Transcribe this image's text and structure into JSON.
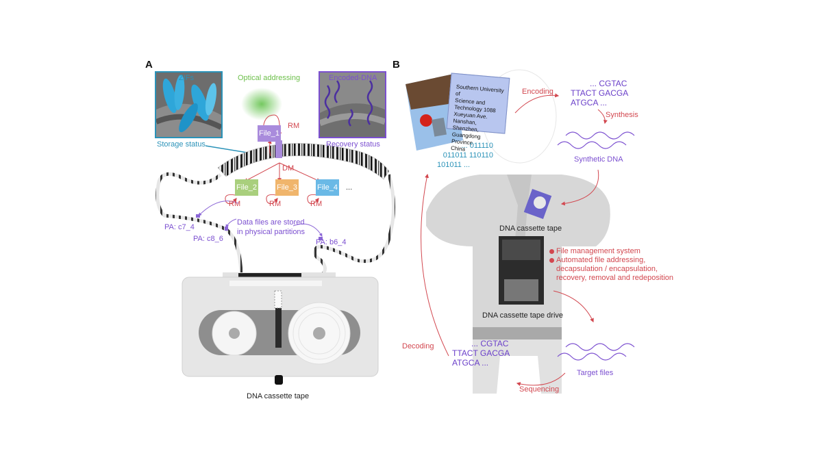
{
  "panel_a": {
    "letter": "A",
    "zifs_label": "ZIFs",
    "storage_status_label": "Storage status",
    "optical_addressing_label": "Optical addressing",
    "encoded_dna_label": "Encoded-DNA",
    "recovery_status_label": "Recovery status",
    "files": [
      {
        "label": "File_1",
        "color": "#a98bdc"
      },
      {
        "label": "File_2",
        "color": "#a9cf7d"
      },
      {
        "label": "File_3",
        "color": "#f0b56c"
      },
      {
        "label": "File_4",
        "color": "#6ab9e6"
      }
    ],
    "ellipsis": "...",
    "rm_label": "RM",
    "dm_label": "DM",
    "partition_note_line1": "Data files are stored",
    "partition_note_line2": "in physical partitions",
    "partition_addresses": [
      "PA: c7_4",
      "PA: c8_6",
      "PA: b6_4"
    ],
    "cassette_label": "DNA cassette tape"
  },
  "panel_b": {
    "letter": "B",
    "address_note": [
      "Southern University of",
      "Science and",
      "Technology 1088",
      "Xueyuan Ave.",
      "Nanshan, Shenzhen,",
      "Guangdong Province,",
      "China"
    ],
    "binary_lines": [
      "... 011110",
      "011011 110110",
      "101011 ..."
    ],
    "encoding_label": "Encoding",
    "sequence_top": [
      "... CGTAC",
      "TTACT GACGA",
      "ATGCA ..."
    ],
    "synthesis_label": "Synthesis",
    "synthetic_dna_label": "Synthetic DNA",
    "cassette_tape_label": "DNA cassette tape",
    "bullets": [
      "File management system",
      "Automated file addressing,",
      "decapsulation / encapsulation,",
      "recovery, removal and redeposition"
    ],
    "drive_label": "DNA cassette tape drive",
    "target_files_label": "Target files",
    "sequencing_label": "Sequencing",
    "decoding_label": "Decoding",
    "sequence_bottom": [
      "... CGTAC",
      "TTACT GACGA",
      "ATGCA ..."
    ]
  },
  "colors": {
    "arrow_red": "#d2474f",
    "label_purple": "#7b4fd0",
    "label_blue": "#2a92b8",
    "optical_green": "#6cbf4a",
    "zif_blue": "#2ea6d9"
  }
}
